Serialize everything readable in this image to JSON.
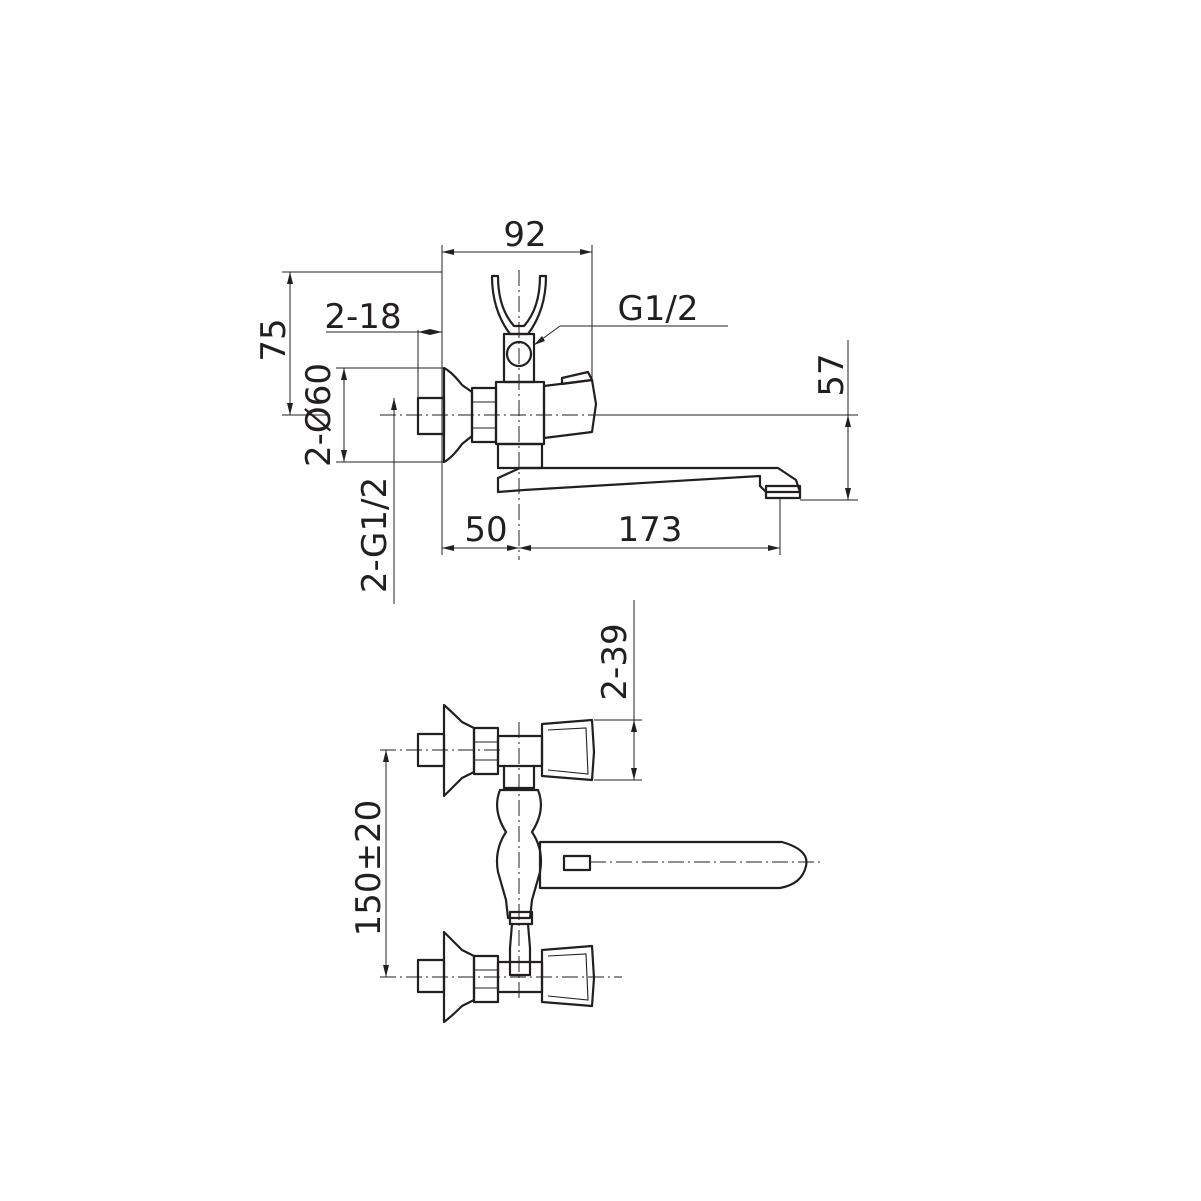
{
  "dimensions": {
    "width_overall": "92",
    "height_left": "75",
    "nut_width": "2-18",
    "thread_top": "G1/2",
    "spout_height": "57",
    "flange_diameter": "2-Ø60",
    "inlet_thread": "2-G1/2",
    "offset_50": "50",
    "spout_length": "173",
    "handle_size": "2-39",
    "centre_distance": "150±20"
  }
}
